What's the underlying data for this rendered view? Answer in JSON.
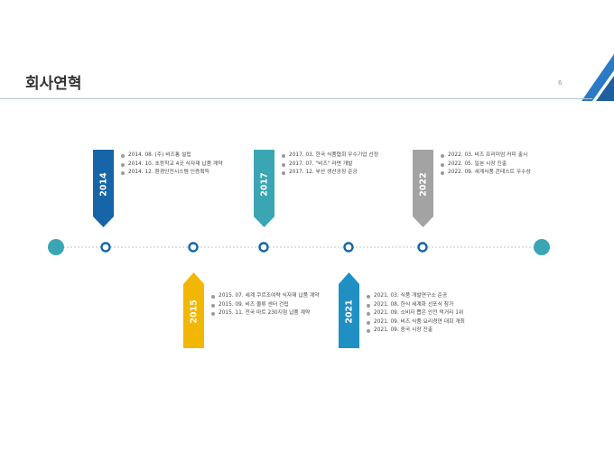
{
  "header": {
    "title": "회사연혁",
    "page_number": "6"
  },
  "milestones": [
    {
      "year": "2014",
      "color": "#1565a8",
      "events": [
        "2014. 08. (주) 비즈통 설립",
        "2014. 10. 초등학교 4곳 식자재 납품 계약",
        "2014. 12. 환경안전시스템 인증획득"
      ]
    },
    {
      "year": "2015",
      "color": "#f2b705",
      "events": [
        "2015. 07. 세계 쿠르조여략 식자재 납품 계약",
        "2015. 09. 비즈 물류 센터 건립",
        "2015. 11. 전국 마트 230지점 납품 계약"
      ]
    },
    {
      "year": "2017",
      "color": "#3aa6b4",
      "events": [
        "2017. 03. 한국 식품협회 우수기업 선정",
        "2017. 07. \"비즈\" 라면 개발",
        "2017. 12. 부산 생산공장 준공"
      ]
    },
    {
      "year": "2021",
      "color": "#1f8fc4",
      "events": [
        "2021. 03. 식품 개발연구소 준공",
        "2021. 08. 한식 세계화 선포식 참가",
        "2021. 09. 소비자 뽑은 안전 먹거리 1위",
        "2021. 09. 비즈 식품 요리경연 대회 개최",
        "2021. 09. 중국 시장 진출"
      ]
    },
    {
      "year": "2022",
      "color": "#a3a3a3",
      "events": [
        "2022. 03. 비즈 프리미엄 커피 출시",
        "2022. 05. 일본 시장 진출",
        "2022. 09. 세계식품 콘테스트 우수상"
      ]
    }
  ],
  "colors": {
    "accent_blue": "#1565a8",
    "timeline_teal": "#3aa6b4",
    "corner_blue": "#1f6fb8"
  }
}
